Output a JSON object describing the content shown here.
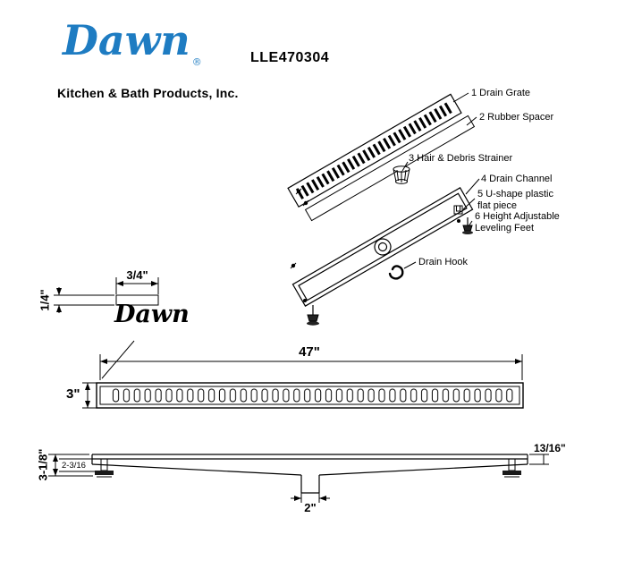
{
  "colors": {
    "logo_blue": "#1e7cc2",
    "ink": "#000000"
  },
  "header": {
    "model": "LLE470304",
    "logo": {
      "script": "Dawn",
      "registered": "®",
      "company": "Kitchen & Bath Products, Inc."
    }
  },
  "exploded": {
    "label_1": "1 Drain Grate",
    "label_2": "2 Rubber Spacer",
    "label_3": "3 Hair & Debris Strainer",
    "label_4": "4 Drain Channel",
    "label_5": "5 U-shape plastic flat piece",
    "label_6": "6 Height Adjustable Leveling Feet",
    "label_hook": "Drain Hook"
  },
  "detail": {
    "width": "3/4\"",
    "thickness": "1/4\"",
    "brand_script": "Dawn"
  },
  "top_view": {
    "length": "47\"",
    "width": "3\""
  },
  "side_view": {
    "overall_height": "3-1/8\"",
    "channel_depth": "2-3/16",
    "end_height": "13/16\"",
    "outlet_width": "2\""
  }
}
